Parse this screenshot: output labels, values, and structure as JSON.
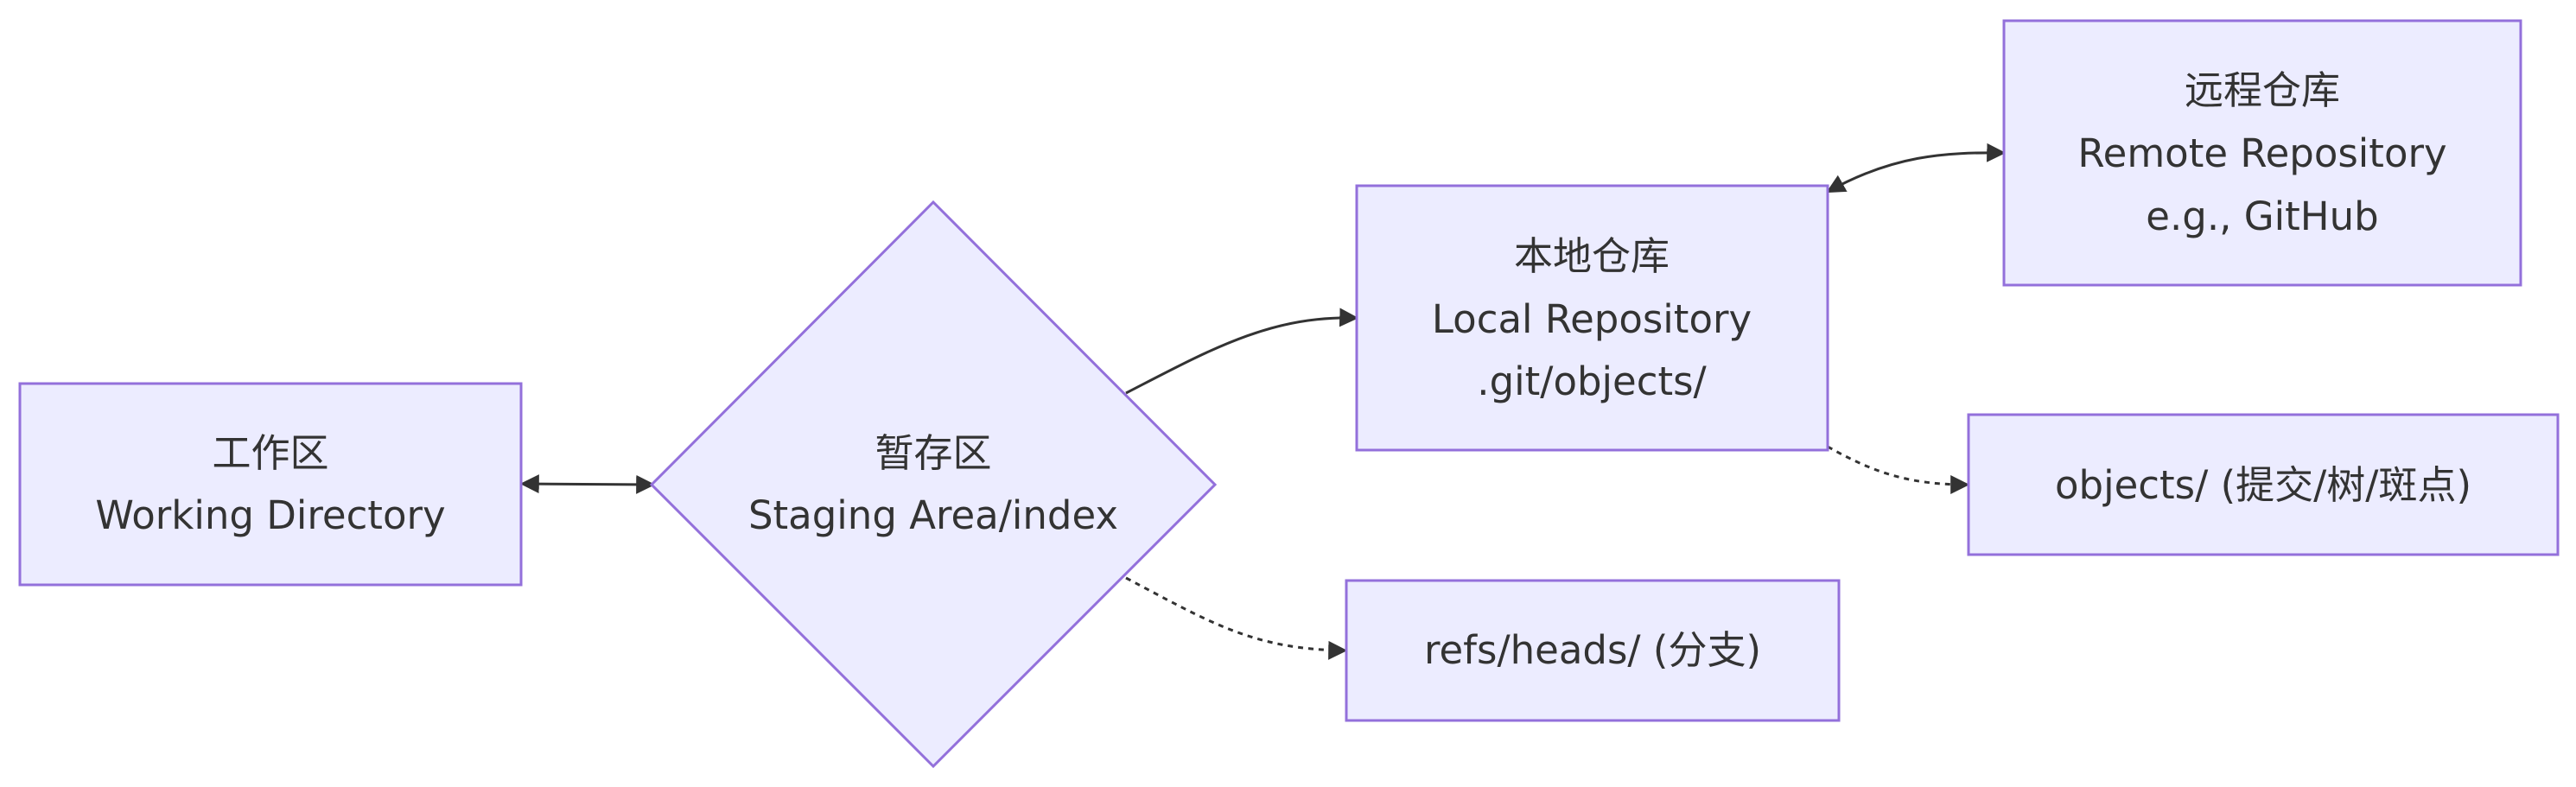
{
  "nodes": {
    "working": {
      "line1": "工作区",
      "line2": "Working Directory"
    },
    "staging": {
      "line1": "暂存区",
      "line2": "Staging Area/index"
    },
    "local": {
      "line1": "本地仓库",
      "line2": "Local Repository",
      "line3": ".git/objects/"
    },
    "remote": {
      "line1": "远程仓库",
      "line2": "Remote Repository",
      "line3": "e.g., GitHub"
    },
    "objects": {
      "line1": "objects/ (提交/树/斑点)"
    },
    "refs": {
      "line1": "refs/heads/ (分支)"
    }
  },
  "colors": {
    "node_fill": "#ECECFF",
    "node_stroke": "#9370DB",
    "text": "#333333",
    "edge": "#333333"
  }
}
